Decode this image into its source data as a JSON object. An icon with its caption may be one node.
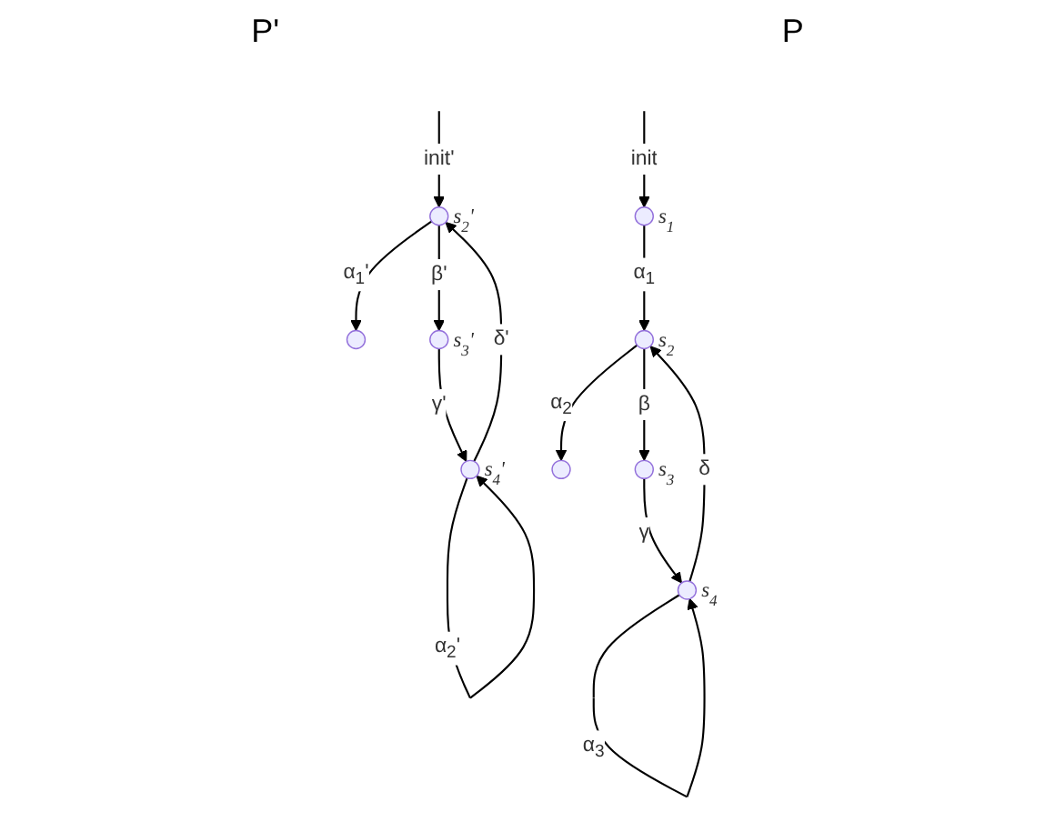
{
  "diagram": {
    "nodes": [
      {
        "text": [],
        "shape": "circle",
        "beside": [
          "s$_{2}$'"
        ]
      },
      {
        "text": [],
        "shape": "circle"
      },
      {
        "text": [],
        "shape": "circle",
        "beside": [
          "s$_{3}$'"
        ]
      },
      {
        "text": [],
        "shape": "circle",
        "beside": [
          "s$_{4}$'"
        ]
      },
      {
        "text": [],
        "shape": "circle",
        "beside": [
          "s$_{1}$"
        ]
      },
      {
        "text": [],
        "shape": "circle",
        "beside": [
          "s$_{2}$"
        ]
      },
      {
        "text": [],
        "shape": "circle"
      },
      {
        "text": [],
        "shape": "circle",
        "beside": [
          "s$_{3}$"
        ]
      },
      {
        "text": [],
        "shape": "circle",
        "beside": [
          "s$_{4}$"
        ]
      }
    ],
    "edges": [
      {
        "from": null,
        "to": 0,
        "arrow": "to",
        "label": "init'"
      },
      {
        "from": 0,
        "to": 1,
        "arrow": "to",
        "label": "α$_{1}$'"
      },
      {
        "from": 0,
        "to": 2,
        "arrow": "to",
        "label": "β'"
      },
      {
        "from": 2,
        "to": 3,
        "arrow": "to",
        "label": "γ'"
      },
      {
        "from": 3,
        "to": 0,
        "arrow": "to",
        "label": "δ'"
      },
      {
        "from": 3,
        "to": 3,
        "arrow": "to",
        "label": "α$_{2}$'"
      },
      {
        "from": null,
        "to": 4,
        "arrow": "to",
        "label": "init"
      },
      {
        "from": 4,
        "to": 5,
        "arrow": "to",
        "label": "α$_{1}$"
      },
      {
        "from": 5,
        "to": 6,
        "arrow": "to",
        "label": "α$_{2}$"
      },
      {
        "from": 5,
        "to": 7,
        "arrow": "to",
        "label": "β"
      },
      {
        "from": 7,
        "to": 8,
        "arrow": "to",
        "label": "γ"
      },
      {
        "from": 8,
        "to": 5,
        "arrow": "to",
        "label": "δ"
      },
      {
        "from": 8,
        "to": 8,
        "arrow": "to",
        "label": "α$_{3}$"
      }
    ],
    "labels": [
      "P'",
      "P"
    ]
  }
}
